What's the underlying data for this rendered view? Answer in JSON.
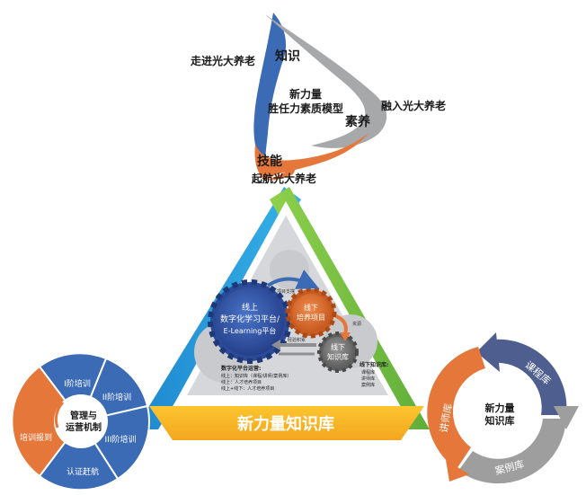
{
  "top_model": {
    "label_zhishi": "知识",
    "label_suyang": "素养",
    "label_jineng": "技能",
    "center_line1": "新力量",
    "center_line2": "胜任力素质模型",
    "outer_zoujin": "走进光大养老",
    "outer_rongru": "融入光大养老",
    "outer_qihang": "起航光大养老"
  },
  "triangle": {
    "left_side": "管理与运营机制",
    "right_side": "胜任力素质模型",
    "bottom_side": "新力量知识库"
  },
  "gears": {
    "big_gear_line1": "线上",
    "big_gear_line2": "数字化学习平台/",
    "big_gear_line3": "E-Learning平台",
    "mid_gear_line1": "线下",
    "mid_gear_line2": "培养项目",
    "small_gear_line1": "线下",
    "small_gear_line2": "知识库",
    "arrow_top": "项目支撑",
    "arrow_right": "资源",
    "arrow_mid": "经验积累",
    "platform_title": "数字化平台运营:",
    "platform_items": [
      "线上：知识库（课程/讲师/案例库）",
      "线上：人才培养项目",
      "线上+线下：人才培养项目"
    ],
    "offline_title": "线下知识库:",
    "offline_items": [
      "课程库",
      "讲师库",
      "案例库"
    ]
  },
  "left_circle": {
    "center_line1": "管理与",
    "center_line2": "运营机制",
    "seg_1": "I阶培训",
    "seg_2": "II阶培训",
    "seg_3": "III阶培训",
    "seg_4": "认证赶航",
    "seg_5": "培训报到"
  },
  "right_circle": {
    "center_line1": "新力量",
    "center_line2": "知识库",
    "arrow_course": "课程库",
    "arrow_case": "案例库",
    "arrow_lecturer": "讲师库"
  },
  "colors": {
    "blue": "#2e9bd6",
    "green": "#7cc242",
    "yellow": "#f5b727",
    "navy": "#3b6bb5",
    "orange": "#e5773a",
    "gray": "#9e9e9e",
    "slate": "#4e5e8f",
    "gear_bg": "#d5d7da"
  }
}
